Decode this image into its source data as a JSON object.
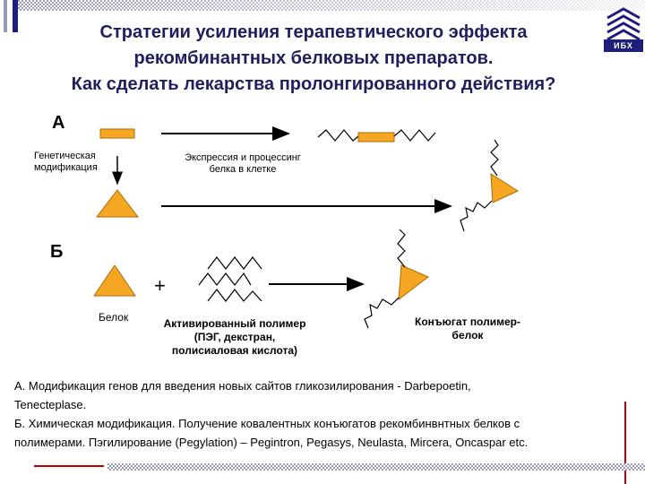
{
  "title": {
    "line1": "Стратегии усиления терапевтического эффекта",
    "line2": "рекомбинантных белковых препаратов.",
    "line3": "Как сделать лекарства пролонгированного действия?"
  },
  "logo": {
    "text": "ИБХ"
  },
  "sections": {
    "a": "А",
    "b": "Б"
  },
  "labels": {
    "genetic_mod": "Генетическая модификация",
    "expression": "Экспрессия и процессинг белка в клетке",
    "protein": "Белок",
    "activated_polymer": "Активированный полимер (ПЭГ, декстран, полисиаловая кислота)",
    "conjugate": "Конъюгат полимер-белок",
    "plus": "+"
  },
  "colors": {
    "accent": "#F5A623",
    "title": "#1f1f5f",
    "bar": "#1f1f7a",
    "red": "#c00000"
  },
  "footer": {
    "a_line1": "А. Модификация генов для введения новых сайтов гликозилирования - Darbepoetin,",
    "a_line2": "Tenecteplase.",
    "b_line1": "Б. Химическая модификация. Получение ковалентных конъюгатов рекомбинвнтных белков с",
    "b_line2": "полимерами. Пэгилирование (Pegylation) – Pegintron, Pegasys, Neulasta, Mircera, Oncaspar etc."
  }
}
